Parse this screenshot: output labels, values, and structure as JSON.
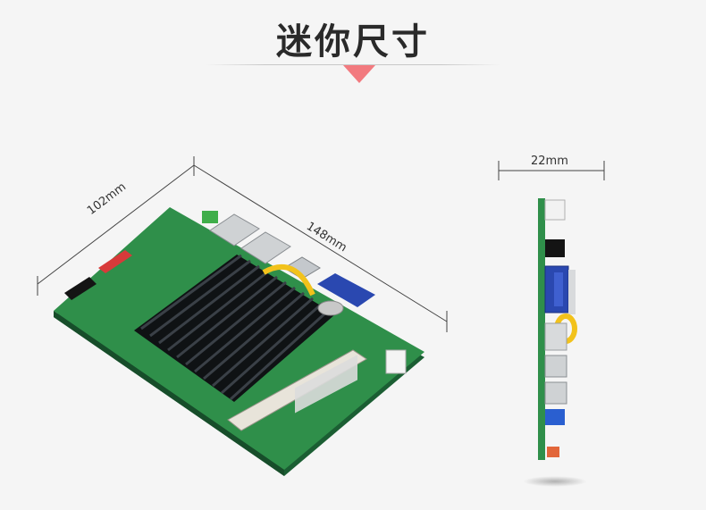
{
  "title": "迷你尺寸",
  "dimensions": {
    "depth": "102mm",
    "width": "148mm",
    "thickness": "22mm"
  },
  "colors": {
    "accent_triangle": "#f27a7f",
    "pcb_green": "#2f8f4a",
    "heatsink": "#1e2226",
    "vga_port": "#2a48b0"
  }
}
